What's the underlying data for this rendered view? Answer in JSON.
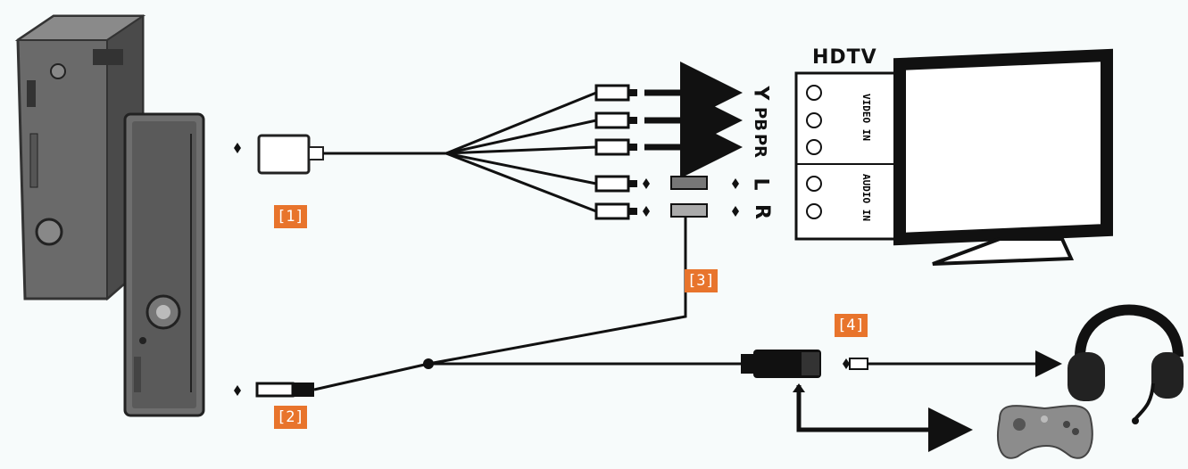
{
  "diagram": {
    "tv_title": "HDTV",
    "video_port_label": "VIDEO IN",
    "audio_port_label": "AUDIO IN",
    "video_signals": [
      "Y",
      "PB",
      "PR"
    ],
    "audio_signals": [
      "L",
      "R"
    ],
    "callouts": [
      "[1]",
      "[2]",
      "[3]",
      "[4]"
    ],
    "colors": {
      "callout": "#e8742c",
      "line": "#111111",
      "console": "#555555"
    }
  }
}
